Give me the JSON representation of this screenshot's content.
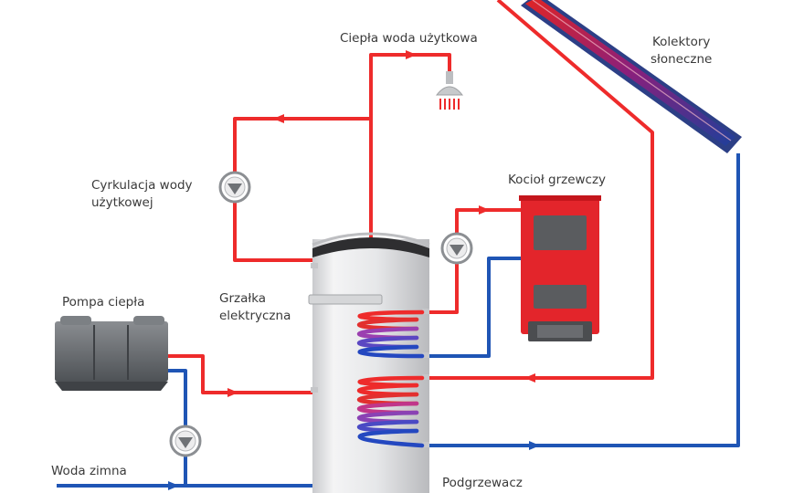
{
  "labels": {
    "hot_water": "Ciepła woda użytkowa",
    "circulation_line1": "Cyrkulacja wody",
    "circulation_line2": "użytkowej",
    "boiler": "Kocioł grzewczy",
    "collectors_line1": "Kolektory",
    "collectors_line2": "słoneczne",
    "heat_pump": "Pompa ciepła",
    "heater_line1": "Grzałka",
    "heater_line2": "elektryczna",
    "cold_water": "Woda zimna",
    "preheater": "Podgrzewacz"
  },
  "colors": {
    "hot_pipe": "#ee2b2b",
    "cold_pipe": "#1f55b5",
    "boiler_red": "#e3252b",
    "pump_grey": "#6e7276",
    "tank_silver": "#dcdde0"
  },
  "icons": [
    "circulation-pump-icon",
    "shower-head-icon"
  ]
}
